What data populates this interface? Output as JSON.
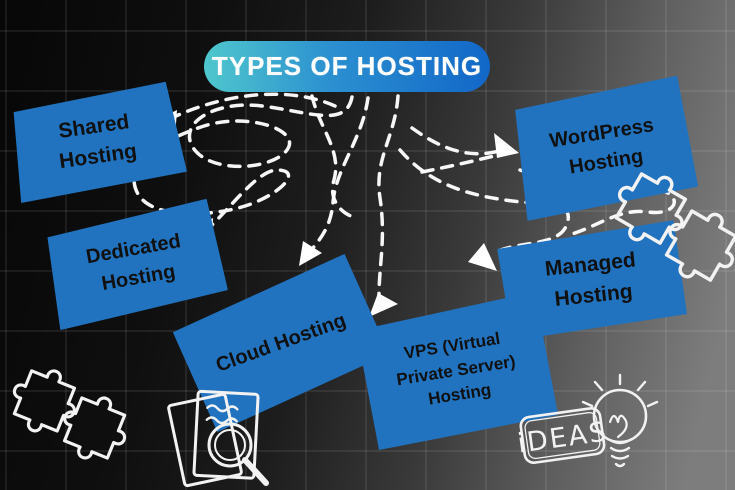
{
  "title": {
    "text": "TYPES OF HOSTING"
  },
  "hosting_types": [
    {
      "label": "Shared Hosting"
    },
    {
      "label": "Dedicated Hosting"
    },
    {
      "label": "Cloud Hosting"
    },
    {
      "label": "VPS (Virtual Private Server) Hosting"
    },
    {
      "label": "Managed Hosting"
    },
    {
      "label": "WordPress Hosting"
    }
  ],
  "decorations": {
    "ideas_sign_text": "iDEAS",
    "icons": [
      "puzzle-pieces-icon-top-right",
      "puzzle-pieces-icon-bottom-left",
      "documents-magnifier-icon",
      "ideas-lightbulb-icon",
      "dashed-connector-arrows"
    ]
  },
  "colors": {
    "background_dark": "#0a0a0a",
    "background_light": "#7d7d7d",
    "sticky_note_blue": "#2173bf",
    "note_text": "#111111",
    "title_gradient_left": "#4fc7cd",
    "title_gradient_right": "#1267c8",
    "title_text": "#ffffff",
    "doodle_white": "#f2f2f2"
  }
}
